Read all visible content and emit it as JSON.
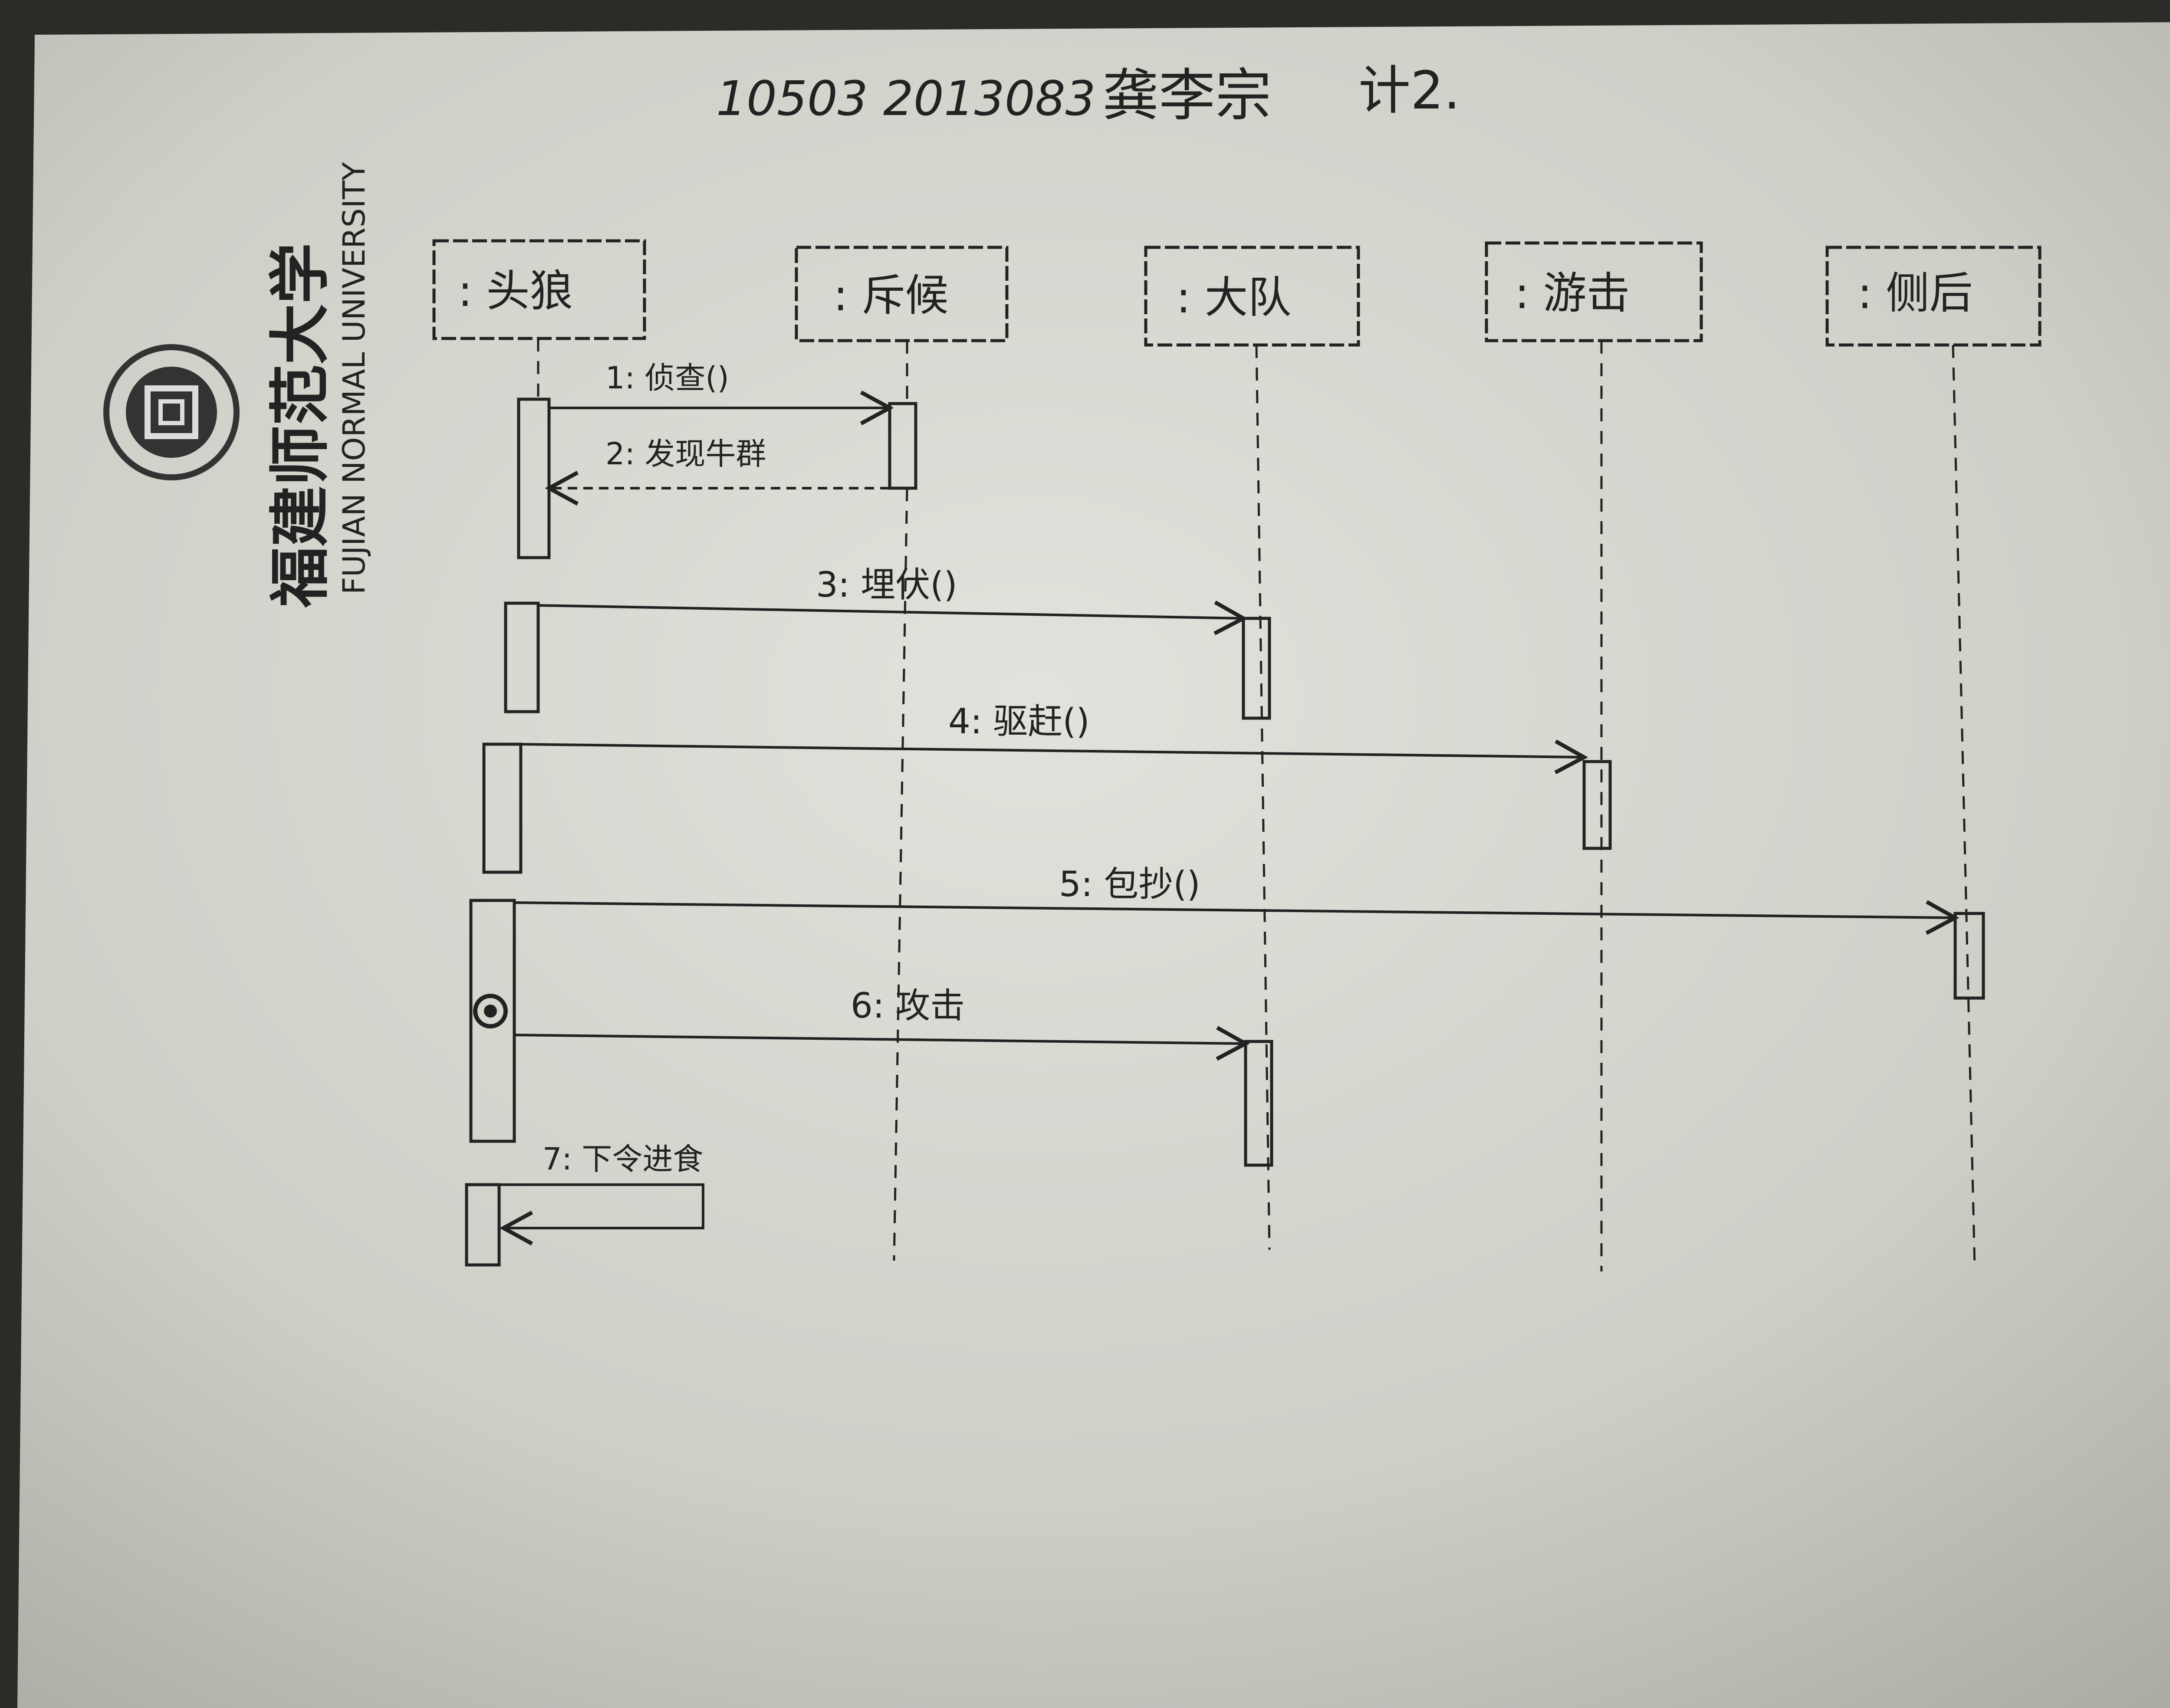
{
  "header": {
    "student_id": "10503 2013083",
    "name": "龚李宗",
    "class": "计2."
  },
  "letterhead": {
    "university_cn": "福建师范大学",
    "university_en": "FUJIAN NORMAL UNIVERSITY",
    "seal_icon": "university-seal-icon"
  },
  "lifelines": [
    {
      "id": "head-wolf",
      "label": ": 头狼"
    },
    {
      "id": "scout",
      "label": ": 斥候"
    },
    {
      "id": "squad",
      "label": ": 大队"
    },
    {
      "id": "rover",
      "label": ": 游击"
    },
    {
      "id": "flank",
      "label": ": 侧后"
    }
  ],
  "messages": [
    {
      "label": "1: 侦查()"
    },
    {
      "label": "2: 发现牛群"
    },
    {
      "label": "3: 埋伏()"
    },
    {
      "label": "4: 驱赶()"
    },
    {
      "label": "5: 包抄()"
    },
    {
      "label": "6: 攻击"
    },
    {
      "label": "7: 下令进食"
    }
  ],
  "colors": {
    "paper": "#d4d4cd",
    "ink": "#222222",
    "background": "#2b2b28"
  }
}
